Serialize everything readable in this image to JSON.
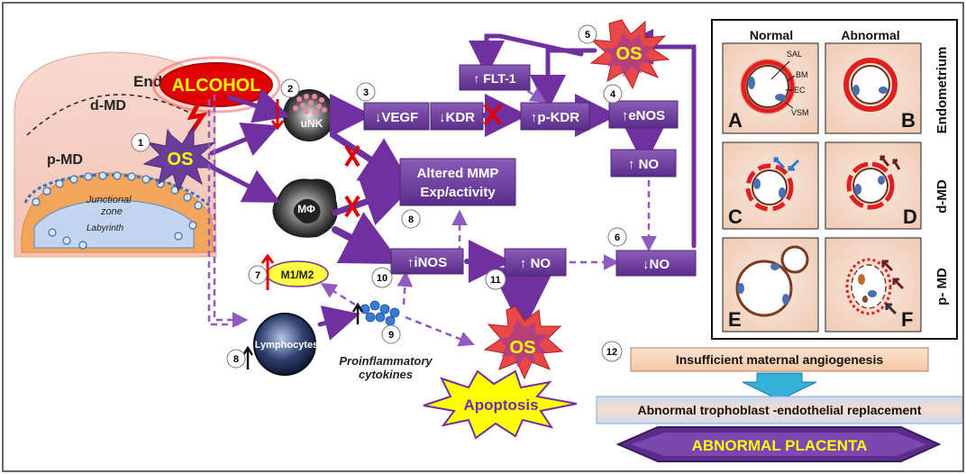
{
  "placenta": {
    "end": "End",
    "dmd": "d-MD",
    "pmd": "p-MD",
    "junctional_1": "Junctional",
    "junctional_2": "zone",
    "labyrinth": "Labyrinth"
  },
  "alcohol": "ALCOHOL",
  "os": "OS",
  "cells": {
    "unk": "uNK",
    "macrophage": "MΦ",
    "m1m2": "M1/M2",
    "lymphocytes": "Lymphocytes",
    "cytokines_1": "Proinflammatory",
    "cytokines_2": "cytokines"
  },
  "boxes": {
    "vegf": "↓VEGF",
    "kdr": "↓KDR",
    "flt1": "↑ FLT-1",
    "pkdr": "↑p-KDR",
    "enos": "↑eNOS",
    "no_up_right": "↑ NO",
    "no_down": "↓NO",
    "mmp_1": "Altered MMP",
    "mmp_2": "Exp/activity",
    "inos": "↑iNOS",
    "no_mid": "↑ NO",
    "insufficient": "Insufficient  maternal angiogenesis",
    "abnormal_troph": "Abnormal trophoblast -endothelial replacement",
    "abnormal_placenta": "ABNORMAL PLACENTA",
    "apoptosis": "Apoptosis"
  },
  "numbers": [
    "1",
    "2",
    "3",
    "4",
    "5",
    "6",
    "7",
    "8",
    "9",
    "10",
    "11",
    "8",
    "12"
  ],
  "panel": {
    "col_normal": "Normal",
    "col_abnormal": "Abnormal",
    "row_endometrium": "Endometrium",
    "row_dmd": "d-MD",
    "row_pmd": "p- MD",
    "letters": [
      "A",
      "B",
      "C",
      "D",
      "E",
      "F"
    ],
    "annot_sal": "SAL",
    "annot_bm": "BM",
    "annot_ec": "EC",
    "annot_vsm": "VSM"
  },
  "colors": {
    "purple": "#7030a0",
    "purple_box": "#6a3d9a",
    "red": "#e00000",
    "yellow": "#ffff00",
    "tan": "#f4d7c4"
  }
}
